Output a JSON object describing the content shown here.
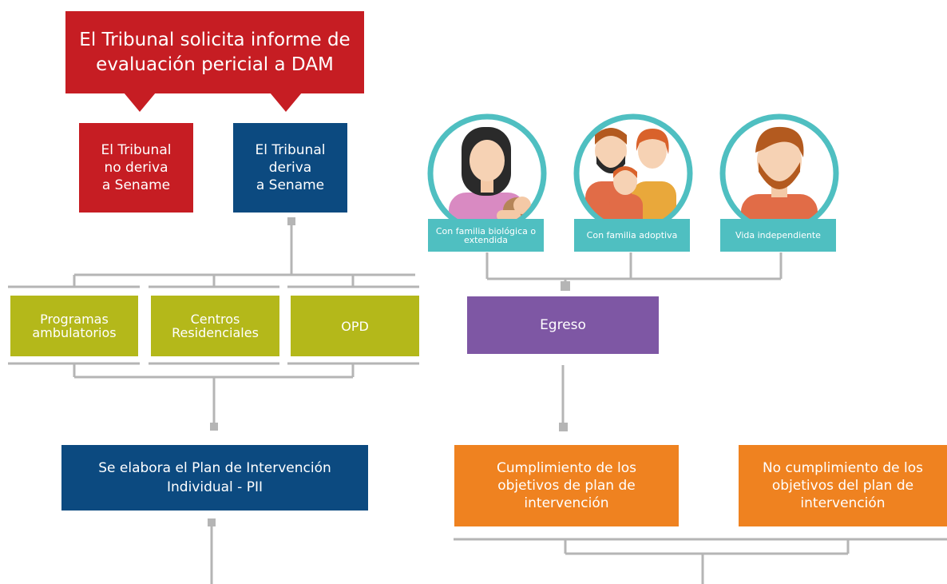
{
  "request": {
    "text": "El Tribunal solicita informe de\nevaluación pericial a DAM"
  },
  "no_deriva": {
    "text": "El Tribunal\nno deriva\na Sename"
  },
  "deriva": {
    "text": "El Tribunal\nderiva\na Sename"
  },
  "programs": [
    {
      "text": "Programas\nambulatorios"
    },
    {
      "text": "Centros\nResidenciales"
    },
    {
      "text": "OPD"
    }
  ],
  "pii": {
    "text": "Se elabora el Plan de Intervención\nIndividual - PII"
  },
  "outcomes": [
    {
      "caption": "Con familia biológica o\nextendida",
      "icon": "mother-with-baby-icon"
    },
    {
      "caption": "Con familia adoptiva",
      "icon": "adoptive-family-icon"
    },
    {
      "caption": "Vida independiente",
      "icon": "young-man-icon"
    }
  ],
  "egreso": {
    "text": "Egreso"
  },
  "cumplimiento": {
    "text": "Cumplimiento de los\nobjetivos de plan de\nintervención"
  },
  "no_cumplimiento": {
    "text": "No cumplimiento de los\nobjetivos del plan de\nintervención"
  },
  "colors": {
    "red": "#c61d23",
    "navy": "#0c4a80",
    "lime": "#b4b81a",
    "purple": "#7e57a4",
    "orange": "#ef8220",
    "teal": "#4fbfc1",
    "connector": "#b5b5b5"
  }
}
